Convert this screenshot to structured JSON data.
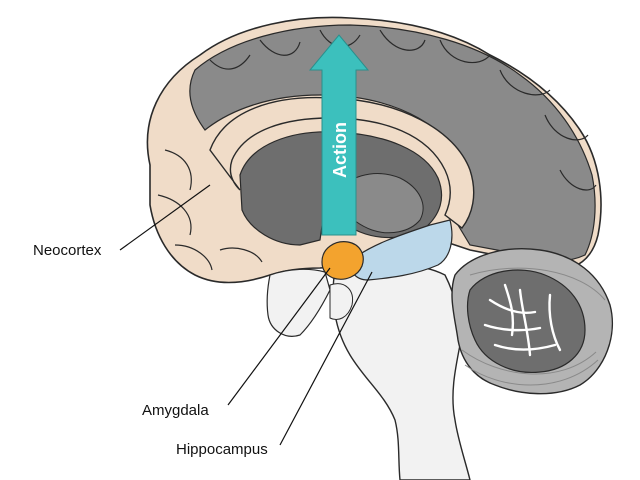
{
  "labels": {
    "neocortex": "Neocortex",
    "amygdala": "Amygdala",
    "hippocampus": "Hippocampus",
    "arrow": "Action"
  },
  "colors": {
    "cortex_tan": "#f0dcc8",
    "gray_matter": "#8a8a8a",
    "dark_gray": "#6e6e6e",
    "cerebellum_gray": "#b4b4b4",
    "amygdala_orange": "#f3a32e",
    "hippocampus_blue": "#bcd8ea",
    "arrow_teal": "#3cc0bd",
    "outline": "#2a2a2a"
  }
}
